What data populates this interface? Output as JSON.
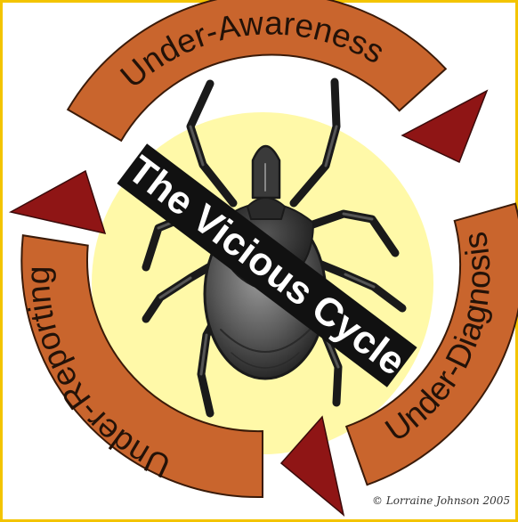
{
  "diagram": {
    "center_label": "The Vicious Cycle",
    "stages": [
      {
        "id": "awareness",
        "label": "Under-Awareness"
      },
      {
        "id": "diagnosis",
        "label": "Under-Diagnosis"
      },
      {
        "id": "reporting",
        "label": "Under-Reporting"
      }
    ],
    "credit": "© Lorraine Johnson 2005",
    "colors": {
      "frame": "#f3c400",
      "background": "#fff9a8",
      "ring": "#c9652d",
      "ring_outline": "#3a1a08",
      "arrow_head": "#8f1515",
      "band": "#111111",
      "tick_body": "#4a4a4a"
    }
  }
}
